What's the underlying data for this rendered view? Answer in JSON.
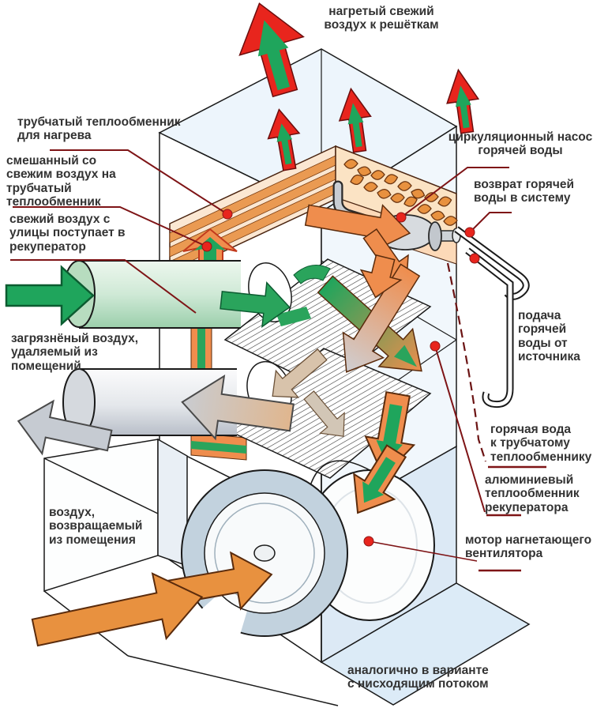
{
  "diagram": {
    "labels": {
      "heated_air": "нагретый свежий\nвоздух к решёткам",
      "tubular_hx": "трубчатый теплообменник\nдля нагрева",
      "mixed_air": "смешанный со\nсвежим воздух на\nтрубчатый\nтеплообменник",
      "fresh_air": "свежий воздух с\nулицы поступает в\nрекуператор",
      "dirty_air": "загрязнёный воздух,\nудаляемый из\nпомещений",
      "return_air": "воздух,\nвозвращаемый\nиз помещения",
      "pump": "циркуляционный насос\nгорячей воды",
      "water_return": "возврат горячей\nводы в систему",
      "water_supply": "подача\nгорячей\nводы от\nисточника",
      "hot_water_to_hx": "горячая вода\nк трубчатому\nтеплообменнику",
      "alu_hx": "алюминиевый\nтеплообменник\nрекуператора",
      "fan_motor": "мотор нагнетающего\nвентилятора",
      "note": "аналогично в варианте\nс нисходящим потоком"
    },
    "colors": {
      "arrow_red": "#e8251d",
      "arrow_green": "#1fa55c",
      "arrow_orange": "#ef8d4d",
      "leader_line": "#7e1416",
      "dot_red": "#e8251d",
      "casing_blue": "#dce9f5",
      "text": "#333333"
    }
  }
}
